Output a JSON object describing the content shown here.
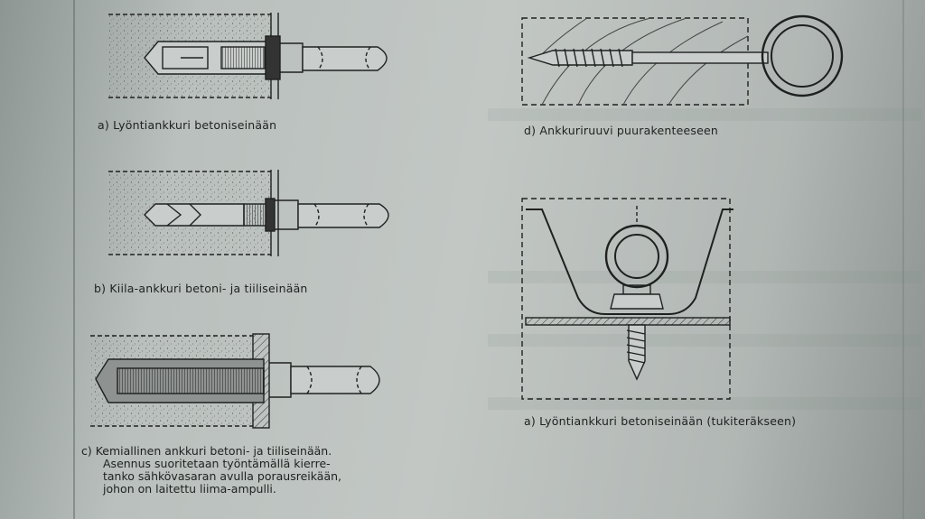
{
  "figures": {
    "a_caption": "a) Lyöntiankkuri betoniseinään",
    "b_caption": "b) Kiila-ankkuri betoni- ja tiiliseinään",
    "c_caption_lines": [
      "c) Kemiallinen ankkuri betoni- ja tiiliseinään.",
      "Asennus suoritetaan työntämällä kierre-",
      "tanko sähkövasaran avulla porausreikään,",
      "johon on laitettu liima-ampulli."
    ],
    "d_caption": "d) Ankkuriruuvi puurakenteeseen",
    "e_caption": "a) Lyöntiankkuri betoniseinään (tukiteräkseen)"
  },
  "colors": {
    "ink": "#1e2120",
    "paper": "#c2c7c4"
  }
}
